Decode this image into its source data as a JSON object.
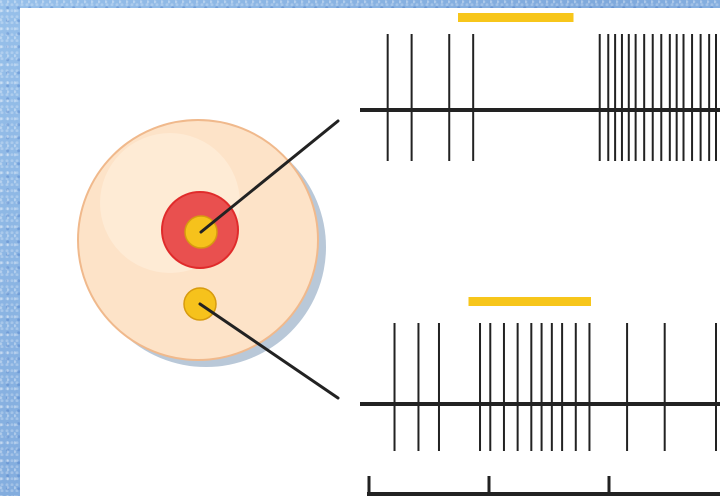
{
  "diagram": {
    "colors": {
      "background_texture": "#8fb8e4",
      "panel": "#ffffff",
      "cell_fill": "#fde3c8",
      "cell_edge": "#f0b98c",
      "cell_shadow": "#b9c8d8",
      "center_zone": "#e9504f",
      "center_ring": "#e02b2b",
      "spot": "#f6c21c",
      "stimulus_bar": "#f7c61b",
      "trace": "#222222"
    },
    "traces": [
      {
        "name": "center-recording",
        "stimulus": {
          "start": 0.28,
          "end": 0.61
        },
        "spike_times": [
          0.04,
          0.11,
          0.22,
          0.29,
          0.66,
          0.685,
          0.705,
          0.725,
          0.745,
          0.765,
          0.79,
          0.815,
          0.84,
          0.865,
          0.885,
          0.905,
          0.93,
          0.955,
          0.98,
          1.0
        ]
      },
      {
        "name": "surround-recording",
        "stimulus": {
          "start": 0.31,
          "end": 0.66
        },
        "spike_times": [
          0.06,
          0.13,
          0.19,
          0.31,
          0.34,
          0.38,
          0.42,
          0.46,
          0.49,
          0.52,
          0.55,
          0.59,
          0.63,
          0.74,
          0.85,
          1.0
        ]
      }
    ],
    "time_scale_ticks": 4
  }
}
